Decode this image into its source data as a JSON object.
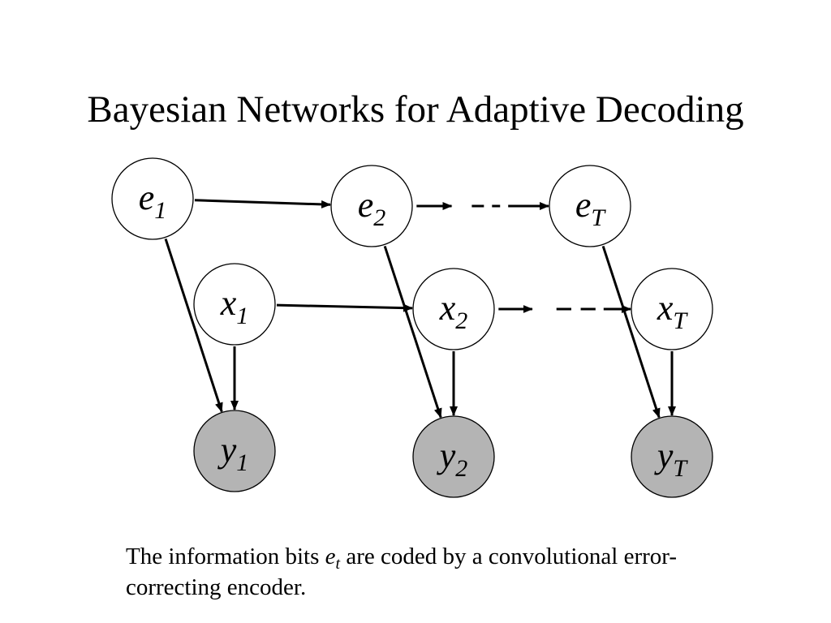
{
  "slide": {
    "title": "Bayesian Networks for Adaptive Decoding"
  },
  "colors": {
    "observed_fill": "#b4b4b4",
    "hidden_fill": "#ffffff",
    "stroke": "#000000"
  },
  "nodes": [
    {
      "id": "e1",
      "base": "e",
      "sub": "1",
      "kind": "hidden",
      "icon": "info-bit-node-icon"
    },
    {
      "id": "e2",
      "base": "e",
      "sub": "2",
      "kind": "hidden",
      "icon": "info-bit-node-icon"
    },
    {
      "id": "eT",
      "base": "e",
      "sub": "T",
      "kind": "hidden",
      "icon": "info-bit-node-icon"
    },
    {
      "id": "x1",
      "base": "x",
      "sub": "1",
      "kind": "hidden",
      "icon": "state-node-icon"
    },
    {
      "id": "x2",
      "base": "x",
      "sub": "2",
      "kind": "hidden",
      "icon": "state-node-icon"
    },
    {
      "id": "xT",
      "base": "x",
      "sub": "T",
      "kind": "hidden",
      "icon": "state-node-icon"
    },
    {
      "id": "y1",
      "base": "y",
      "sub": "1",
      "kind": "observed",
      "icon": "observation-node-icon"
    },
    {
      "id": "y2",
      "base": "y",
      "sub": "2",
      "kind": "observed",
      "icon": "observation-node-icon"
    },
    {
      "id": "yT",
      "base": "y",
      "sub": "T",
      "kind": "observed",
      "icon": "observation-node-icon"
    }
  ],
  "edges": [
    {
      "from": "e1",
      "to": "e2",
      "style": "solid"
    },
    {
      "from": "e2",
      "to": "eT",
      "style": "dashed"
    },
    {
      "from": "x1",
      "to": "x2",
      "style": "solid"
    },
    {
      "from": "x2",
      "to": "xT",
      "style": "dashed"
    },
    {
      "from": "e1",
      "to": "y1",
      "style": "solid"
    },
    {
      "from": "x1",
      "to": "y1",
      "style": "solid"
    },
    {
      "from": "e2",
      "to": "y2",
      "style": "solid"
    },
    {
      "from": "x2",
      "to": "y2",
      "style": "solid"
    },
    {
      "from": "eT",
      "to": "yT",
      "style": "solid"
    },
    {
      "from": "xT",
      "to": "yT",
      "style": "solid"
    }
  ],
  "caption": {
    "before": "The information bits ",
    "var_base": "e",
    "var_sub": "t",
    "after": " are coded by a convolutional error-correcting encoder."
  }
}
